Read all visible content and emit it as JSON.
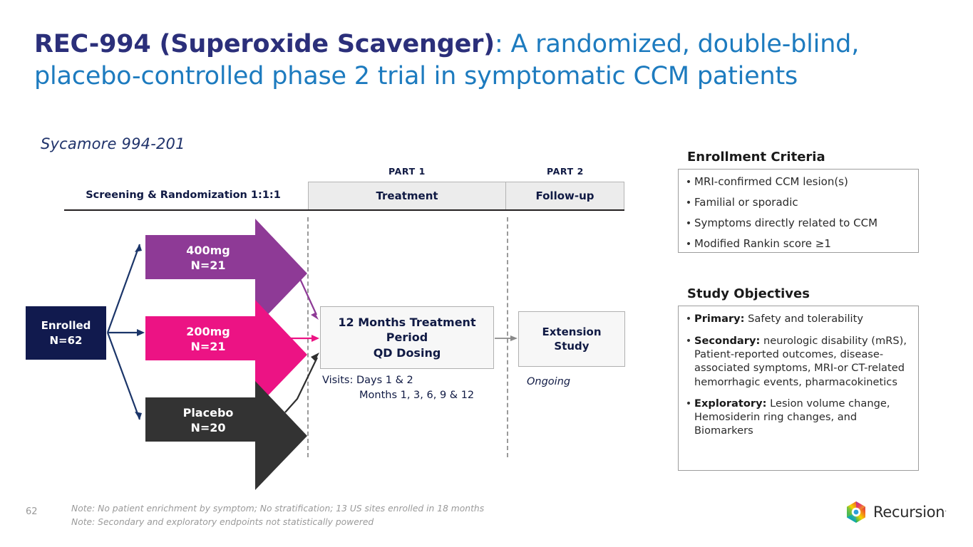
{
  "title": {
    "bold_part": "REC-994 (Superoxide Scavenger)",
    "rest_part": ": A randomized, double-blind, placebo-controlled phase 2 trial in symptomatic CCM patients",
    "bold_color": "#2b2f7a",
    "rest_color": "#1d7bbf"
  },
  "study": {
    "name": "Sycamore 994-201"
  },
  "timeline": {
    "part1_label": "PART 1",
    "part2_label": "PART 2",
    "treatment_band": "Treatment",
    "followup_band": "Follow-up",
    "screening_label": "Screening & Randomization 1:1:1"
  },
  "flow": {
    "enrolled": {
      "label": "Enrolled",
      "count": "N=62",
      "color": "#111a4e"
    },
    "arms": [
      {
        "dose": "400mg",
        "count": "N=21",
        "color": "#8e3a96",
        "name": "arm-400mg"
      },
      {
        "dose": "200mg",
        "count": "N=21",
        "color": "#ec1384",
        "name": "arm-200mg"
      },
      {
        "dose": "Placebo",
        "count": "N=20",
        "color": "#333333",
        "name": "arm-placebo"
      }
    ],
    "treatment_box": {
      "line1": "12 Months Treatment",
      "line2": "Period",
      "line3": "QD Dosing"
    },
    "extension_box": {
      "line1": "Extension",
      "line2": "Study"
    },
    "visits": {
      "line1": "Visits: Days 1 & 2",
      "line2": "Months 1, 3, 6, 9 & 12"
    },
    "ongoing": "Ongoing"
  },
  "enrollment_criteria": {
    "title": "Enrollment Criteria",
    "items": [
      "MRI-confirmed CCM lesion(s)",
      "Familial or sporadic",
      "Symptoms directly related to CCM",
      "Modified Rankin score ≥1"
    ]
  },
  "study_objectives": {
    "title": "Study Objectives",
    "items": [
      {
        "lead": "Primary:",
        "text": " Safety and tolerability"
      },
      {
        "lead": "Secondary:",
        "text": " neurologic disability (mRS), Patient-reported outcomes, disease-associated symptoms, MRI-or CT-related hemorrhagic events, pharmacokinetics"
      },
      {
        "lead": "Exploratory:",
        "text": " Lesion volume change, Hemosiderin ring changes, and Biomarkers"
      }
    ]
  },
  "footer": {
    "page_number": "62",
    "note1": "Note: No patient enrichment by symptom; No stratification; 13 US sites enrolled in 18 months",
    "note2": "Note: Secondary and exploratory endpoints not statistically powered",
    "brand": "Recursion",
    "brand_tm": "."
  }
}
